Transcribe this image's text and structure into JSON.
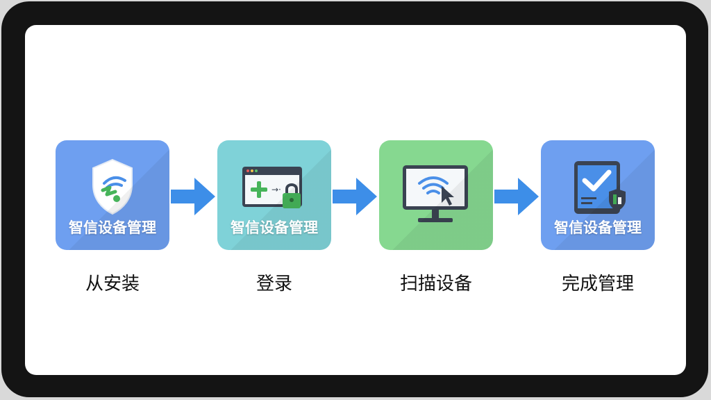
{
  "colors": {
    "tile_blue": "#6e9ff0",
    "tile_teal": "#7fd2d8",
    "tile_green": "#86d890",
    "arrow_blue": "#3d8ee8",
    "check_blue": "#4a8fe8",
    "shield_green": "#46b45a"
  },
  "steps": [
    {
      "tile_text": "智信设备管理",
      "label": "从安装",
      "icon": "shield-wifi-icon"
    },
    {
      "tile_text": "智信设备管理",
      "label": "登录",
      "icon": "browser-lock-icon"
    },
    {
      "tile_text": "",
      "label": "扫描设备",
      "icon": "monitor-wifi-cursor-icon"
    },
    {
      "tile_text": "智信设备管理",
      "label": "完成管理",
      "icon": "tablet-check-icon"
    }
  ]
}
